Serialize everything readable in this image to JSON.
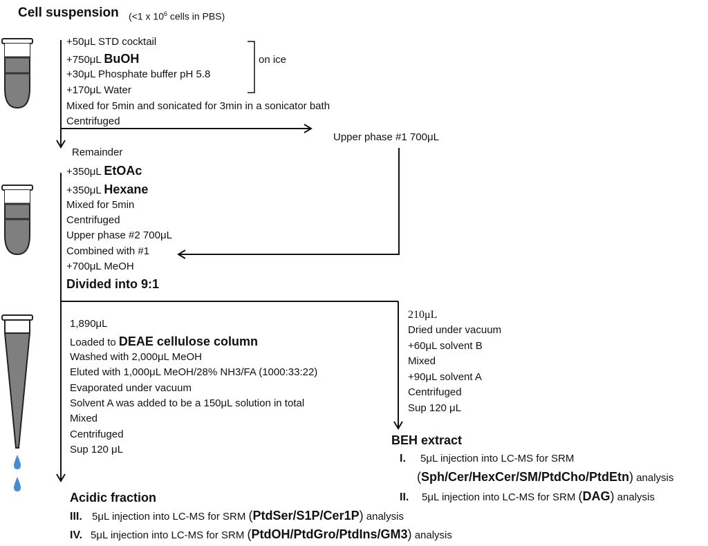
{
  "header": {
    "title": "Cell suspension",
    "subtitle_pre": "(<1 x 10",
    "subtitle_sup": "6",
    "subtitle_post": " cells in PBS)"
  },
  "step1": {
    "line1": "+50μL STD cocktail",
    "line2_prefix": "+750μL ",
    "line2_bold": "BuOH",
    "line3": "+30μL Phosphate buffer pH 5.8",
    "line4": "+170μL  Water",
    "line5": "Mixed  for 5min and sonicated for 3min in a sonicator bath",
    "line6": "Centrifuged",
    "bracket_label": "on ice"
  },
  "upper_phase_1": "Upper phase #1  700μL",
  "remainder": "Remainder",
  "step2": {
    "line1_prefix": "+350μL ",
    "line1_bold": "EtOAc",
    "line2_prefix": "+350μL ",
    "line2_bold": "Hexane",
    "line3": "Mixed  for 5min",
    "line4": "Centrifuged",
    "line5": "Upper phase #2  700μL",
    "line6": "Combined   with  #1",
    "line7": "+700μL MeOH",
    "line8": "Divided into 9:1"
  },
  "acidic_branch": {
    "line1": "1,890μL",
    "line2_prefix": "Loaded to ",
    "line2_bold": "DEAE cellulose  column",
    "line3": "Washed with 2,000μL MeOH",
    "line4": "Eluted with 1,000μL MeOH/28% NH3/FA (1000:33:22)",
    "line5": "Evaporated under vacuum",
    "line6": "Solvent A was added to be a 150μL solution in total",
    "line7": "Mixed",
    "line8": "Centrifuged",
    "line9": "Sup 120 μL"
  },
  "beh_branch": {
    "line1": "210μL",
    "line2": "Dried under vacuum",
    "line3": "+60μL solvent B",
    "line4": "Mixed",
    "line5": " +90μL solvent A",
    "line6": " Centrifuged",
    "line7": " Sup 120 μL"
  },
  "beh_extract": {
    "title": "BEH extract",
    "item1_num": "I.",
    "item1_text": "5μL injection into LC-MS for SRM",
    "item1_open": "(",
    "item1_bold": "Sph/Cer/HexCer/SM/PtdCho/PtdEtn",
    "item1_close": ")",
    "item1_suffix": " analysis",
    "item2_num": "II.",
    "item2_text": "5μL injection into LC-MS for SRM ",
    "item2_open": "(",
    "item2_bold": "DAG",
    "item2_close": ")",
    "item2_suffix": " analysis"
  },
  "acidic_fraction": {
    "title": "Acidic fraction",
    "item3_num": "III.",
    "item3_text": "5μL injection into LC-MS for SRM ",
    "item3_open": "(",
    "item3_bold": "PtdSer/S1P/Cer1P",
    "item3_close": ")",
    "item3_suffix": " analysis",
    "item4_num": "IV.",
    "item4_text": "5μL injection into LC-MS for SRM ",
    "item4_open": "(",
    "item4_bold": "PtdOH/PtdGro/PtdIns/GM3",
    "item4_close": ")",
    "item4_suffix": " analysis"
  },
  "colors": {
    "line": "#111111",
    "tube_fill": "#7f7f7f",
    "tube_band": "#444444",
    "drop": "#4a8bd0"
  }
}
